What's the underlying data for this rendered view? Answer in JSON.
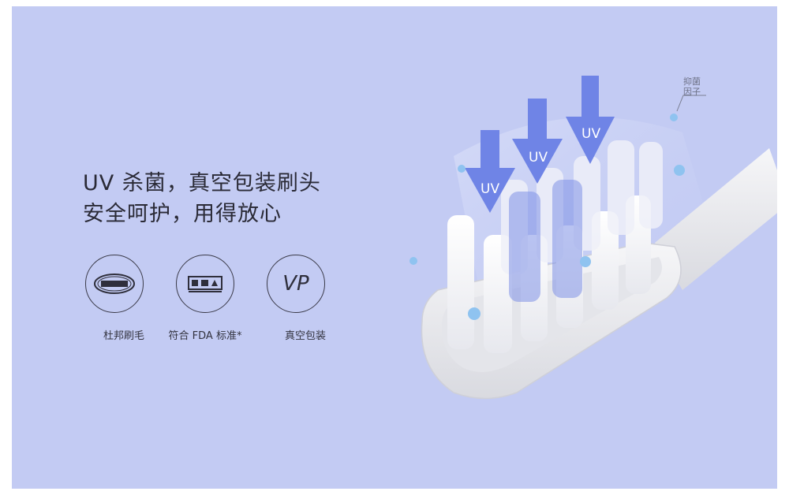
{
  "headline": {
    "line1": "UV 杀菌，真空包装刷头",
    "line2": "安全呵护，用得放心"
  },
  "badges": [
    {
      "icon": "dupont-logo-icon",
      "label": "杜邦刷毛"
    },
    {
      "icon": "fda-logo-icon",
      "label": "符合 FDA 标准*"
    },
    {
      "icon": "vp-icon",
      "label": "真空包装",
      "mark": "VP"
    }
  ],
  "uv_arrows": [
    "UV",
    "UV",
    "UV"
  ],
  "antibacterial_factor": {
    "line1": "抑菌",
    "line2": "因子"
  },
  "colors": {
    "background": "#c3cbf3",
    "arrow": "#6f84e6",
    "text": "#2a2a36"
  }
}
